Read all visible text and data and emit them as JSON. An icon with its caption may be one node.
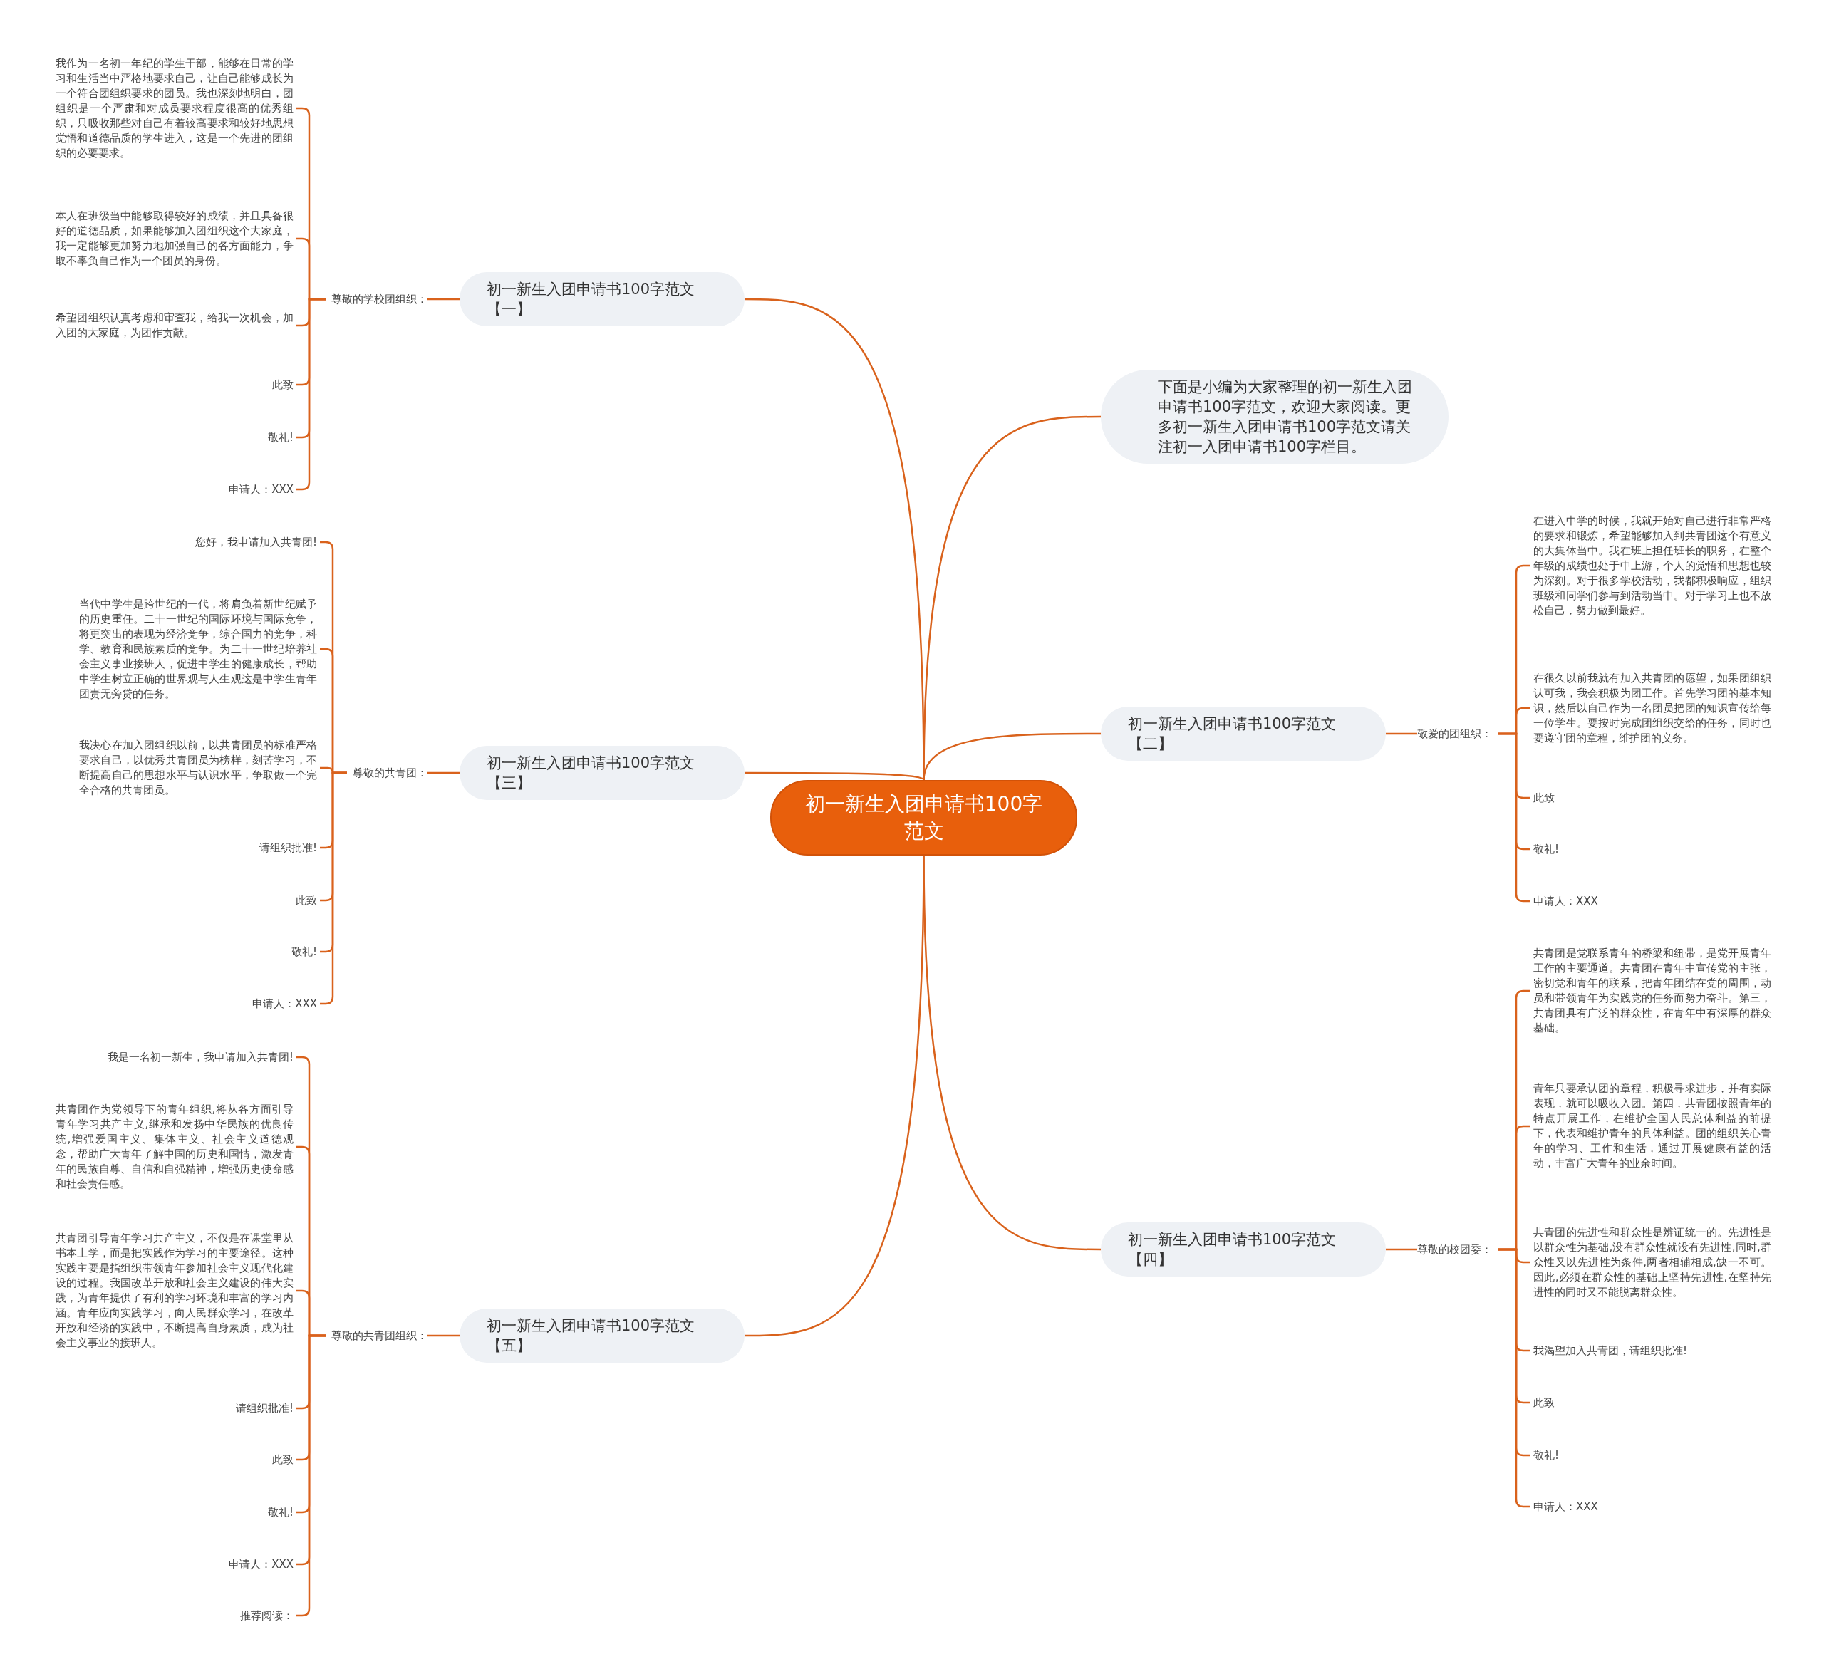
{
  "diagram": {
    "nodes": [
      {
        "text": [
          "初一新生入团申请书100字范文"
        ]
      },
      {
        "text": [
          "初一新生入团申请书100字范文【一】"
        ]
      },
      {
        "text": [
          "尊敬的学校团组织："
        ]
      },
      {
        "text": [
          "我作为一名初一年纪的学生干部，能够在日常的学习和生活当中严格地要求自己，让自己能够成长为一个符合团组织要求的团员。我也深刻地明白，团组织是一个严肃和对成员要求程度很高的优秀组织，只吸收那些对自己有着较高要求和较好地思想觉悟和道德品质的学生进入，这是一个先进的团组织的必要要求。"
        ]
      },
      {
        "text": [
          "本人在班级当中能够取得较好的成绩，并且具备很好的道德品质，如果能够加入团组织这个大家庭，我一定能够更加努力地加强自己的各方面能力，争取不辜负自己作为一个团员的身份。"
        ]
      },
      {
        "text": [
          "希望团组织认真考虑和审查我，给我一次机会，加入团的大家庭，为团作贡献。"
        ]
      },
      {
        "text": [
          "此致"
        ]
      },
      {
        "text": [
          "敬礼!"
        ]
      },
      {
        "text": [
          "申请人：XXX"
        ]
      },
      {
        "text": [
          "下面是小编为大家整理的初一新生入团申请书100字范文，欢迎大家阅读。更多初一新生入团申请书100字范文请关注初一入团申请书100字栏目。"
        ]
      },
      {
        "text": [
          "初一新生入团申请书100字范文【二】"
        ]
      },
      {
        "text": [
          "敬爱的团组织："
        ]
      },
      {
        "text": [
          "在进入中学的时候，我就开始对自己进行非常严格的要求和锻炼，希望能够加入到共青团这个有意义的大集体当中。我在班上担任班长的职务，在整个年级的成绩也处于中上游，个人的觉悟和思想也较为深刻。对于很多学校活动，我都积极响应，组织班级和同学们参与到活动当中。对于学习上也不放松自己，努力做到最好。"
        ]
      },
      {
        "text": [
          "在很久以前我就有加入共青团的愿望，如果团组织认可我，我会积极为团工作。首先学习团的基本知识，然后以自己作为一名团员把团的知识宣传给每一位学生。要按时完成团组织交给的任务，同时也要遵守团的章程，维护团的义务。"
        ]
      },
      {
        "text": [
          "此致"
        ]
      },
      {
        "text": [
          "敬礼!"
        ]
      },
      {
        "text": [
          "申请人：XXX"
        ]
      },
      {
        "text": [
          "初一新生入团申请书100字范文【三】"
        ]
      },
      {
        "text": [
          "尊敬的共青团："
        ]
      },
      {
        "text": [
          "您好，我申请加入共青团!"
        ]
      },
      {
        "text": [
          "当代中学生是跨世纪的一代，将肩负着新世纪赋予的历史重任。二十一世纪的国际环境与国际竞争，将更突出的表现为经济竞争，综合国力的竞争，科学、教育和民族素质的竞争。为二十一世纪培养社会主义事业接班人，促进中学生的健康成长，帮助中学生树立正确的世界观与人生观这是中学生青年团责无旁贷的任务。"
        ]
      },
      {
        "text": [
          "我决心在加入团组织以前，以共青团员的标准严格要求自己，以优秀共青团员为榜样，刻苦学习，不断提高自己的思想水平与认识水平，争取做一个完全合格的共青团员。"
        ]
      },
      {
        "text": [
          "请组织批准!"
        ]
      },
      {
        "text": [
          "此致"
        ]
      },
      {
        "text": [
          "敬礼!"
        ]
      },
      {
        "text": [
          "申请人：XXX"
        ]
      },
      {
        "text": [
          "初一新生入团申请书100字范文【四】"
        ]
      },
      {
        "text": [
          "尊敬的校团委："
        ]
      },
      {
        "text": [
          "共青团是党联系青年的桥梁和纽带，是党开展青年工作的主要通道。共青团在青年中宣传党的主张，密切党和青年的联系，把青年团结在党的周围，动员和带领青年为实践党的任务而努力奋斗。第三，共青团具有广泛的群众性，在青年中有深厚的群众基础。"
        ]
      },
      {
        "text": [
          "青年只要承认团的章程，积极寻求进步，并有实际表现，就可以吸收入团。第四，共青团按照青年的特点开展工作，在维护全国人民总体利益的前提下，代表和维护青年的具体利益。团的组织关心青年的学习、工作和生活，通过开展健康有益的活动，丰富广大青年的业余时间。"
        ]
      },
      {
        "text": [
          "共青团的先进性和群众性是辨证统一的。先进性是以群众性为基础,没有群众性就没有先进性,同时,群众性又以先进性为条件,两者相辅相成,缺一不可。因此,必须在群众性的基础上坚持先进性,在坚持先进性的同时又不能脱离群众性。"
        ]
      },
      {
        "text": [
          "我渴望加入共青团，请组织批准!"
        ]
      },
      {
        "text": [
          "此致"
        ]
      },
      {
        "text": [
          "敬礼!"
        ]
      },
      {
        "text": [
          "申请人：XXX"
        ]
      },
      {
        "text": [
          "初一新生入团申请书100字范文【五】"
        ]
      },
      {
        "text": [
          "尊敬的共青团组织："
        ]
      },
      {
        "text": [
          "我是一名初一新生，我申请加入共青团!"
        ]
      },
      {
        "text": [
          "共青团作为党领导下的青年组织,将从各方面引导青年学习共产主义,继承和发扬中华民族的优良传统,增强爱国主义、集体主义、社会主义道德观念，帮助广大青年了解中国的历史和国情，激发青年的民族自尊、自信和自强精神，增强历史使命感和社会责任感。"
        ]
      },
      {
        "text": [
          "共青团引导青年学习共产主义，不仅是在课堂里从书本上学，而是把实践作为学习的主要途径。这种实践主要是指组织带领青年参加社会主义现代化建设的过程。我国改革开放和社会主义建设的伟大实践，为青年提供了有利的学习环境和丰富的学习内涵。青年应向实践学习，向人民群众学习，在改革开放和经济的实践中，不断提高自身素质，成为社会主义事业的接班人。"
        ]
      },
      {
        "text": [
          "请组织批准!"
        ]
      },
      {
        "text": [
          "此致"
        ]
      },
      {
        "text": [
          "敬礼!"
        ]
      },
      {
        "text": [
          "申请人：XXX"
        ]
      },
      {
        "text": [
          "推荐阅读："
        ]
      }
    ],
    "edges": [
      {
        "from": 0,
        "to": 1,
        "arrow": "none"
      },
      {
        "from": 1,
        "to": 2,
        "arrow": "none"
      },
      {
        "from": 2,
        "to": 3,
        "arrow": "none"
      },
      {
        "from": 2,
        "to": 4,
        "arrow": "none"
      },
      {
        "from": 2,
        "to": 5,
        "arrow": "none"
      },
      {
        "from": 2,
        "to": 6,
        "arrow": "none"
      },
      {
        "from": 2,
        "to": 7,
        "arrow": "none"
      },
      {
        "from": 2,
        "to": 8,
        "arrow": "none"
      },
      {
        "from": 0,
        "to": 9,
        "arrow": "none"
      },
      {
        "from": 0,
        "to": 10,
        "arrow": "none"
      },
      {
        "from": 10,
        "to": 11,
        "arrow": "none"
      },
      {
        "from": 11,
        "to": 12,
        "arrow": "none"
      },
      {
        "from": 11,
        "to": 13,
        "arrow": "none"
      },
      {
        "from": 11,
        "to": 14,
        "arrow": "none"
      },
      {
        "from": 11,
        "to": 15,
        "arrow": "none"
      },
      {
        "from": 11,
        "to": 16,
        "arrow": "none"
      },
      {
        "from": 0,
        "to": 17,
        "arrow": "none"
      },
      {
        "from": 17,
        "to": 18,
        "arrow": "none"
      },
      {
        "from": 18,
        "to": 19,
        "arrow": "none"
      },
      {
        "from": 18,
        "to": 20,
        "arrow": "none"
      },
      {
        "from": 18,
        "to": 21,
        "arrow": "none"
      },
      {
        "from": 18,
        "to": 22,
        "arrow": "none"
      },
      {
        "from": 18,
        "to": 23,
        "arrow": "none"
      },
      {
        "from": 18,
        "to": 24,
        "arrow": "none"
      },
      {
        "from": 18,
        "to": 25,
        "arrow": "none"
      },
      {
        "from": 0,
        "to": 26,
        "arrow": "none"
      },
      {
        "from": 26,
        "to": 27,
        "arrow": "none"
      },
      {
        "from": 27,
        "to": 28,
        "arrow": "none"
      },
      {
        "from": 27,
        "to": 29,
        "arrow": "none"
      },
      {
        "from": 27,
        "to": 30,
        "arrow": "none"
      },
      {
        "from": 27,
        "to": 31,
        "arrow": "none"
      },
      {
        "from": 27,
        "to": 32,
        "arrow": "none"
      },
      {
        "from": 27,
        "to": 33,
        "arrow": "none"
      },
      {
        "from": 27,
        "to": 34,
        "arrow": "none"
      },
      {
        "from": 0,
        "to": 35,
        "arrow": "none"
      },
      {
        "from": 35,
        "to": 36,
        "arrow": "none"
      },
      {
        "from": 36,
        "to": 37,
        "arrow": "none"
      },
      {
        "from": 36,
        "to": 38,
        "arrow": "none"
      },
      {
        "from": 36,
        "to": 39,
        "arrow": "none"
      },
      {
        "from": 36,
        "to": 40,
        "arrow": "none"
      },
      {
        "from": 36,
        "to": 41,
        "arrow": "none"
      },
      {
        "from": 36,
        "to": 42,
        "arrow": "none"
      },
      {
        "from": 36,
        "to": 43,
        "arrow": "none"
      },
      {
        "from": 36,
        "to": 44,
        "arrow": "none"
      }
    ]
  }
}
